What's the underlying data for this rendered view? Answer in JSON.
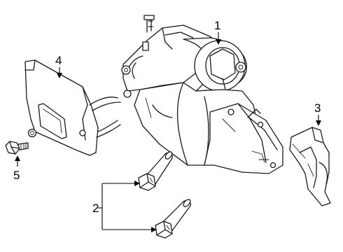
{
  "callouts": {
    "c1": "1",
    "c2": "2",
    "c3": "3",
    "c4": "4",
    "c5": "5"
  },
  "parts": [
    {
      "id": "1",
      "icon": "starter-motor"
    },
    {
      "id": "2",
      "icon": "mounting-bolt",
      "count": 2
    },
    {
      "id": "3",
      "icon": "starter-cover"
    },
    {
      "id": "4",
      "icon": "heat-shield"
    },
    {
      "id": "5",
      "icon": "small-bolt"
    }
  ],
  "colors": {
    "line": "#1a1a1a",
    "background": "#ffffff"
  }
}
